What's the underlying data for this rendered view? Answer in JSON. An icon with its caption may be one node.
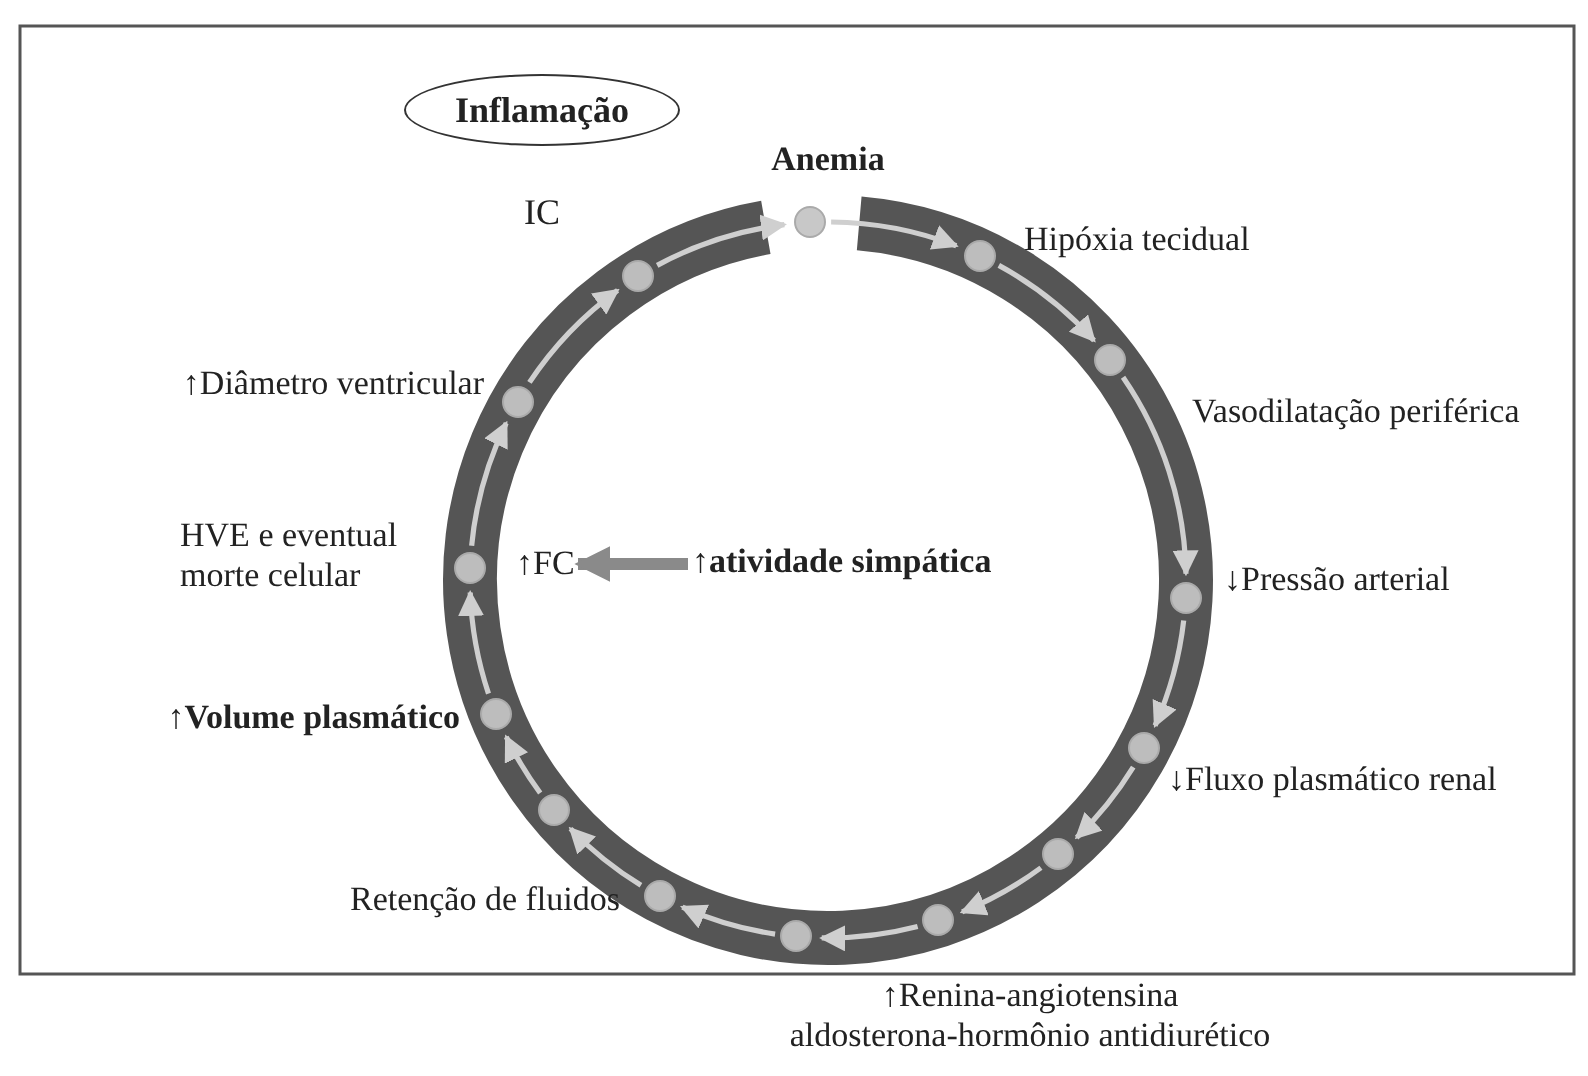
{
  "diagram": {
    "nodes": [
      {
        "text": [
          "Inflamação"
        ]
      },
      {
        "text": [],
        "shape": "circle",
        "beside": [
          "Anemia"
        ]
      },
      {
        "text": [],
        "shape": "circle",
        "beside": [
          "Hipóxia tecidual"
        ]
      },
      {
        "text": [],
        "shape": "circle",
        "beside": [
          "Vasodilatação periférica"
        ]
      },
      {
        "text": [],
        "shape": "circle",
        "beside": [
          "↓Pressão arterial"
        ]
      },
      {
        "text": [],
        "shape": "circle",
        "beside": [
          "↓Fluxo plasmático renal"
        ]
      },
      {
        "text": [],
        "shape": "circle"
      },
      {
        "text": [],
        "shape": "circle",
        "beside": [
          "↑Renina-angiotensina aldosterona-hormônio antidiurético"
        ]
      },
      {
        "text": [],
        "shape": "circle"
      },
      {
        "text": [],
        "shape": "circle",
        "beside": [
          "Retenção de fluidos"
        ]
      },
      {
        "text": [],
        "shape": "circle"
      },
      {
        "text": [],
        "shape": "circle",
        "beside": [
          "↑Volume plasmático"
        ]
      },
      {
        "text": [],
        "shape": "circle",
        "beside": [
          "HVE e eventual morte celular"
        ]
      },
      {
        "text": [],
        "shape": "circle",
        "beside": [
          "↑Diâmetro ventricular"
        ]
      },
      {
        "text": [],
        "shape": "circle"
      },
      {
        "text": [
          "↑FC"
        ]
      },
      {
        "text": [
          "↑atividade simpática"
        ]
      }
    ],
    "edges": [
      {
        "from": 1,
        "to": 2,
        "arrow": "to"
      },
      {
        "from": 2,
        "to": 3,
        "arrow": "to"
      },
      {
        "from": 3,
        "to": 4,
        "arrow": "to"
      },
      {
        "from": 4,
        "to": 5,
        "arrow": "to"
      },
      {
        "from": 5,
        "to": 6,
        "arrow": "to"
      },
      {
        "from": 6,
        "to": 7,
        "arrow": "to"
      },
      {
        "from": 7,
        "to": 8,
        "arrow": "to"
      },
      {
        "from": 8,
        "to": 9,
        "arrow": "to"
      },
      {
        "from": 9,
        "to": 10,
        "arrow": "to"
      },
      {
        "from": 10,
        "to": 11,
        "arrow": "to"
      },
      {
        "from": 11,
        "to": 12,
        "arrow": "to"
      },
      {
        "from": 12,
        "to": 13,
        "arrow": "to"
      },
      {
        "from": 13,
        "to": 14,
        "arrow": "to"
      },
      {
        "from": 14,
        "to": 1,
        "arrow": "to"
      },
      {
        "from": 16,
        "to": 15,
        "arrow": "to",
        "style": "thick",
        "color": "#8a8a8a"
      }
    ],
    "labels": [
      "IC"
    ]
  }
}
